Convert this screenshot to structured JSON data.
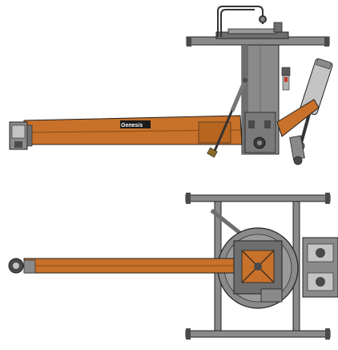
{
  "brand": {
    "logo_text": "Genesis"
  },
  "views": [
    {
      "id": "side-elevation"
    },
    {
      "id": "top-plan"
    }
  ],
  "colors": {
    "arm_orange": "#c8712a",
    "arm_orange_dark": "#8a4a16",
    "steel_grey": "#8a8a8a",
    "steel_dark": "#4a4a4a",
    "steel_light": "#c4c4c4",
    "outline": "#222222"
  }
}
